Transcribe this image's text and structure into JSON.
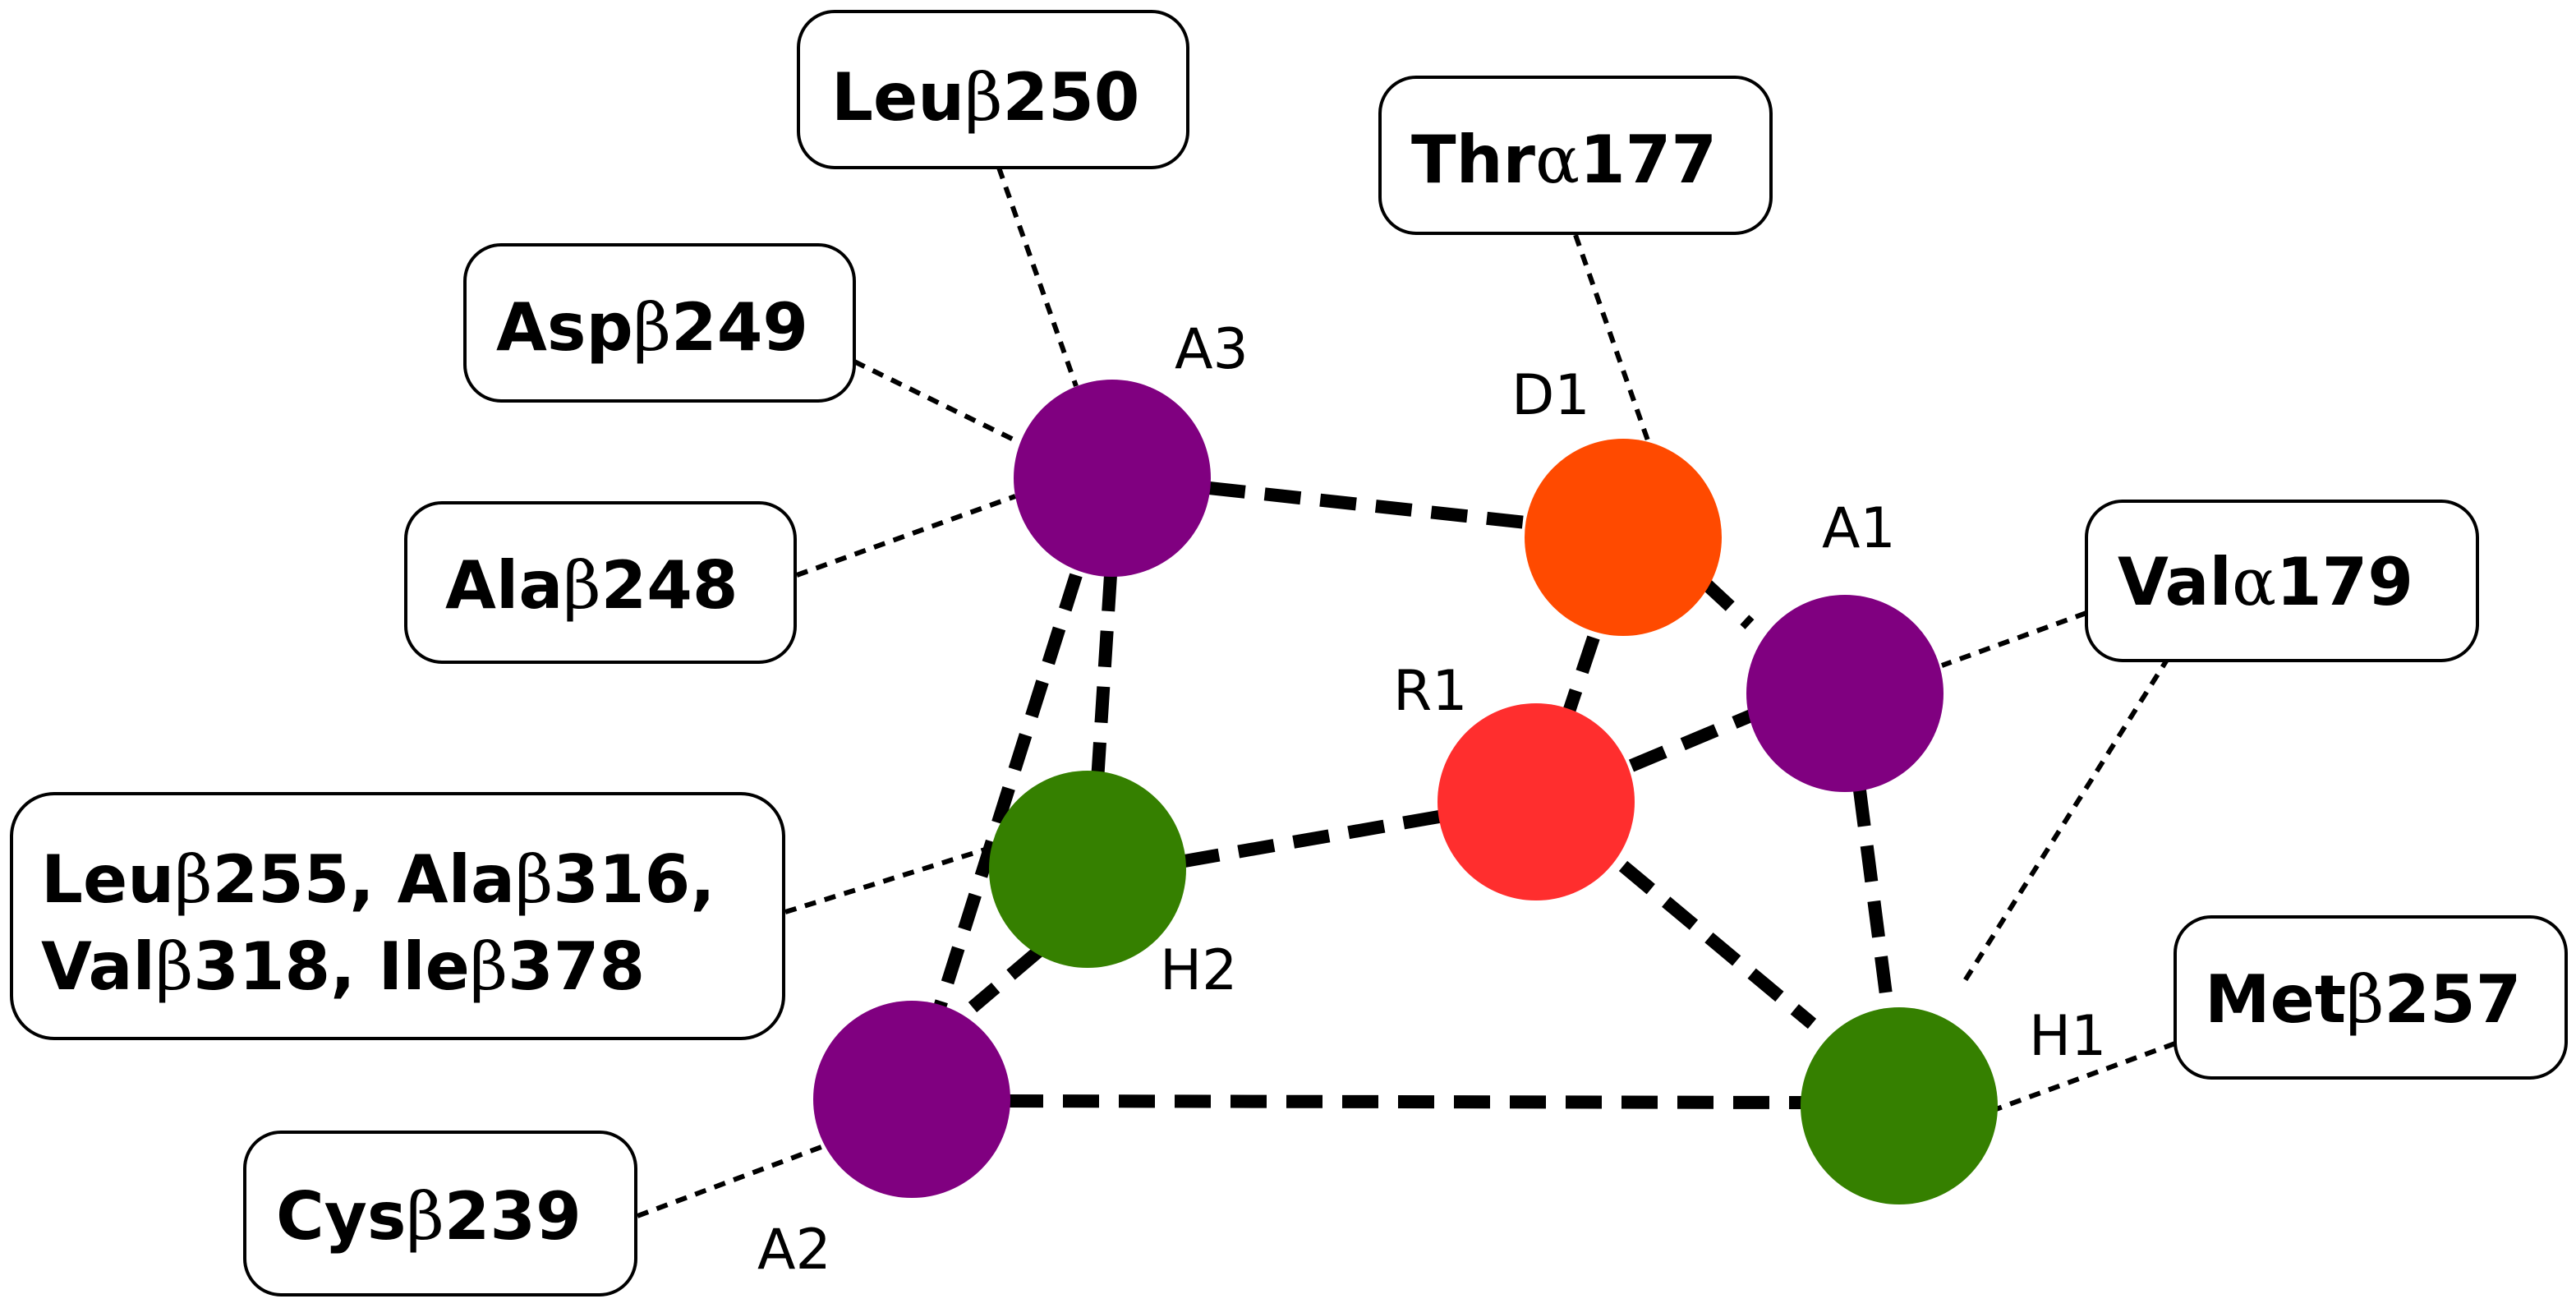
{
  "nodes": {
    "A3": {
      "label": "A3",
      "color": "#800080"
    },
    "D1": {
      "label": "D1",
      "color": "#ff4a00"
    },
    "A1": {
      "label": "A1",
      "color": "#800080"
    },
    "R1": {
      "label": "R1",
      "color": "#ff2e2e"
    },
    "H2": {
      "label": "H2",
      "color": "#358000"
    },
    "A2": {
      "label": "A2",
      "color": "#800080"
    },
    "H1": {
      "label": "H1",
      "color": "#358000"
    }
  },
  "residues": {
    "leu250": {
      "res": "Leu",
      "sub": "β",
      "num": "250"
    },
    "thr177": {
      "res": "Thr",
      "sub": "α",
      "num": "177"
    },
    "asp249": {
      "res": "Asp",
      "sub": "β",
      "num": "249"
    },
    "ala248": {
      "res": "Ala",
      "sub": "β",
      "num": "248"
    },
    "val179": {
      "res": "Val",
      "sub": "α",
      "num": "179"
    },
    "met257": {
      "res": "Met",
      "sub": "β",
      "num": "257"
    },
    "cys239": {
      "res": "Cys",
      "sub": "β",
      "num": "239"
    },
    "hydrophobic_cluster": {
      "line1": [
        {
          "res": "Leu",
          "sub": "β",
          "num": "255, "
        },
        {
          "res": "Ala",
          "sub": "β",
          "num": "316,"
        }
      ],
      "line2": [
        {
          "res": "Val",
          "sub": "β",
          "num": "318, "
        },
        {
          "res": "Ile",
          "sub": "β",
          "num": "378"
        }
      ]
    }
  },
  "pharmacophore_edges": [
    [
      "A3",
      "D1"
    ],
    [
      "D1",
      "A1"
    ],
    [
      "D1",
      "R1"
    ],
    [
      "A3",
      "H2"
    ],
    [
      "A3",
      "A2"
    ],
    [
      "R1",
      "A1"
    ],
    [
      "R1",
      "H2"
    ],
    [
      "R1",
      "H1"
    ],
    [
      "A1",
      "H1"
    ],
    [
      "H2",
      "A2"
    ],
    [
      "A2",
      "H1"
    ]
  ],
  "interaction_edges": [
    [
      "leu250",
      "A3"
    ],
    [
      "asp249",
      "A3"
    ],
    [
      "ala248",
      "A3"
    ],
    [
      "thr177",
      "D1"
    ],
    [
      "val179",
      "A1"
    ],
    [
      "val179",
      "H1"
    ],
    [
      "met257",
      "H1"
    ],
    [
      "hydrophobic_cluster",
      "H2"
    ],
    [
      "cys239",
      "A2"
    ]
  ]
}
